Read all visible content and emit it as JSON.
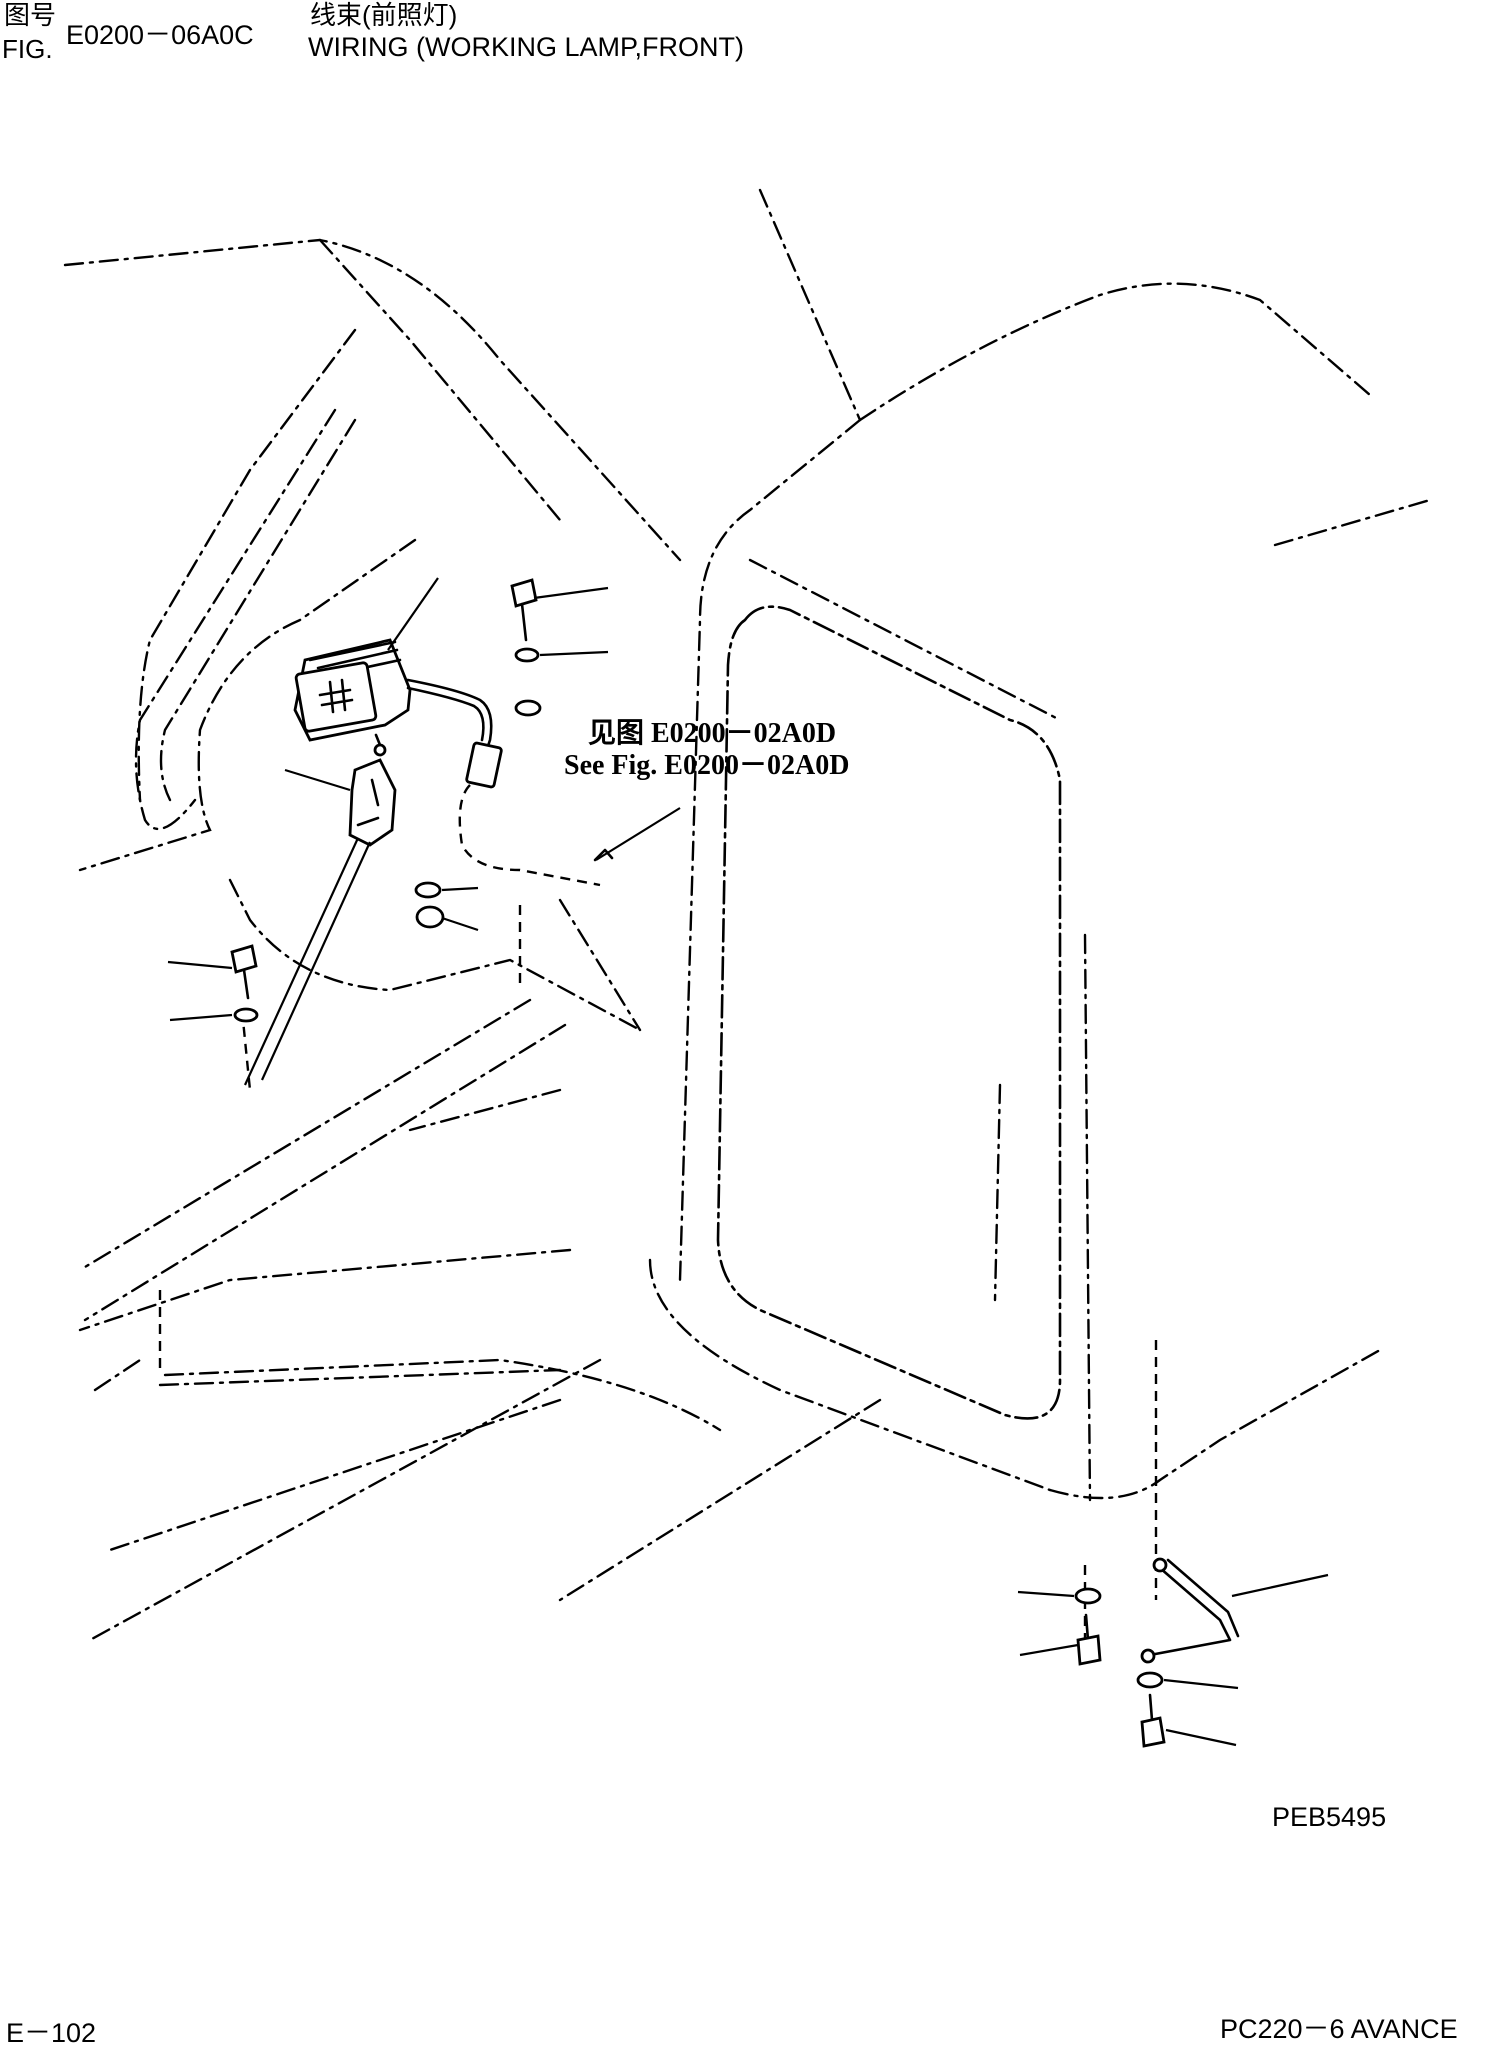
{
  "header": {
    "zh_fig_label": "图号",
    "fig_label": "FIG.",
    "fig_number": "E0200－06A0C",
    "zh_title": "线束(前照灯)",
    "en_title": "WIRING (WORKING LAMP,FRONT)"
  },
  "diagram": {
    "reference_zh": "见图 E0200－02A0D",
    "reference_en": "See Fig. E0200－02A0D",
    "drawing_code": "PEB5495"
  },
  "footer": {
    "page_number": "E－102",
    "model": "PC220－6 AVANCE"
  }
}
